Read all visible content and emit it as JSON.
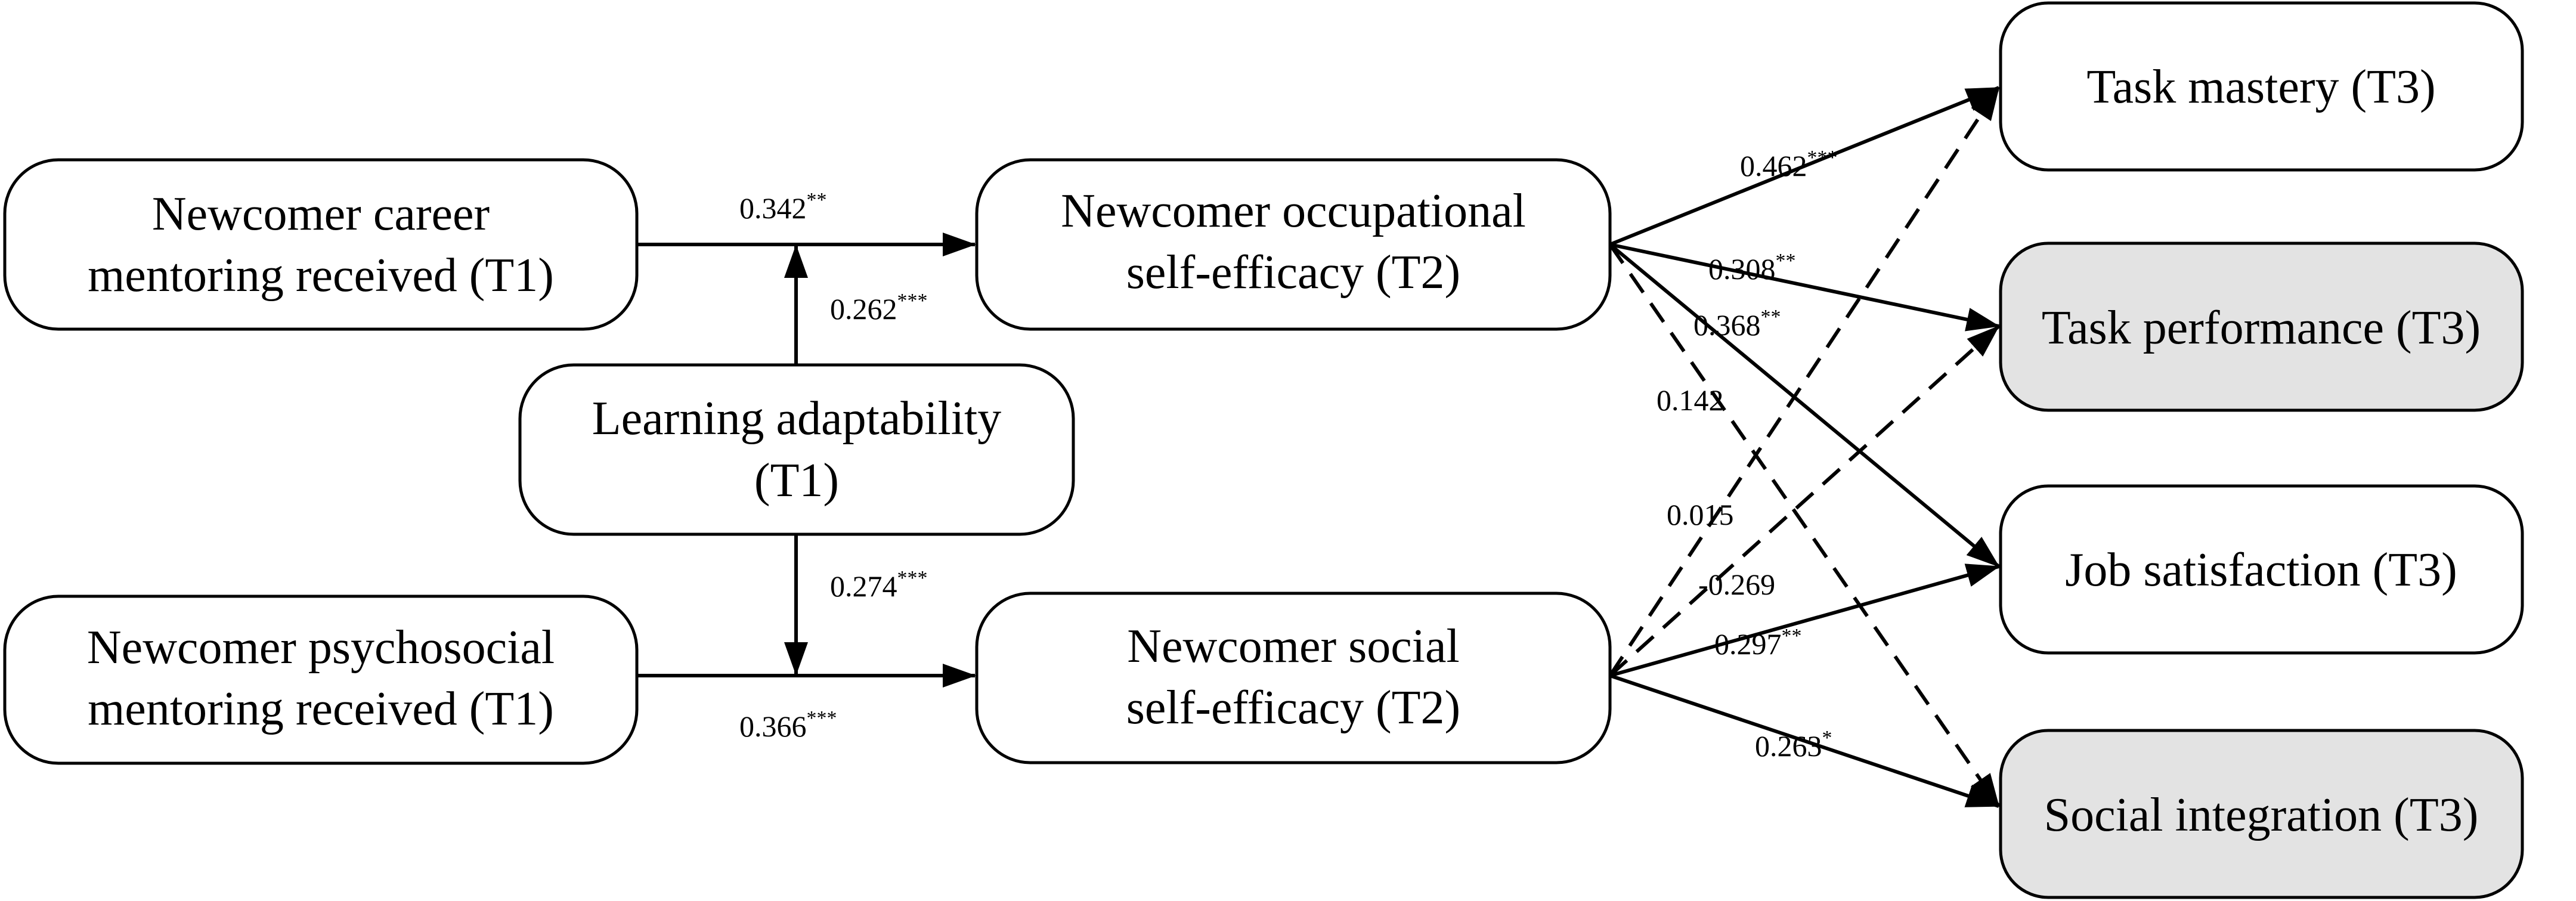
{
  "nodes": {
    "career_mentoring": {
      "line1": "Newcomer career",
      "line2": "mentoring received (T1)",
      "fill": "#ffffff"
    },
    "psychosocial_mentoring": {
      "line1": "Newcomer psychosocial",
      "line2": "mentoring received (T1)",
      "fill": "#ffffff"
    },
    "learning_adaptability": {
      "line1": "Learning adaptability",
      "line2": "(T1)",
      "fill": "#ffffff"
    },
    "occupational_self_efficacy": {
      "line1": "Newcomer occupational",
      "line2": "self-efficacy (T2)",
      "fill": "#ffffff"
    },
    "social_self_efficacy": {
      "line1": "Newcomer social",
      "line2": "self-efficacy (T2)",
      "fill": "#ffffff"
    },
    "task_mastery": {
      "line1": "Task mastery (T3)",
      "fill": "#ffffff"
    },
    "task_performance": {
      "line1": "Task performance (T3)",
      "fill": "#e3e3e3"
    },
    "job_satisfaction": {
      "line1": "Job satisfaction (T3)",
      "fill": "#ffffff"
    },
    "social_integration": {
      "line1": "Social integration (T3)",
      "fill": "#e3e3e3"
    }
  },
  "paths": {
    "career_to_occupational": {
      "value": "0.342",
      "sig": "**"
    },
    "adaptability_to_career_path": {
      "value": "0.262",
      "sig": "***"
    },
    "adaptability_to_psychosocial_path": {
      "value": "0.274",
      "sig": "***"
    },
    "psychosocial_to_social": {
      "value": "0.366",
      "sig": "***"
    },
    "occupational_to_task_mastery": {
      "value": "0.462",
      "sig": "***"
    },
    "occupational_to_task_performance": {
      "value": "0.308",
      "sig": "**"
    },
    "occupational_to_job_satisfaction": {
      "value": "0.368",
      "sig": "**"
    },
    "occupational_to_social_integration": {
      "value": "0.142",
      "sig": ""
    },
    "social_to_task_mastery": {
      "value": "0.015",
      "sig": ""
    },
    "social_to_task_performance": {
      "value": "-0.269",
      "sig": ""
    },
    "social_to_job_satisfaction": {
      "value": "0.297",
      "sig": "**"
    },
    "social_to_social_integration": {
      "value": "0.263",
      "sig": "*"
    }
  }
}
